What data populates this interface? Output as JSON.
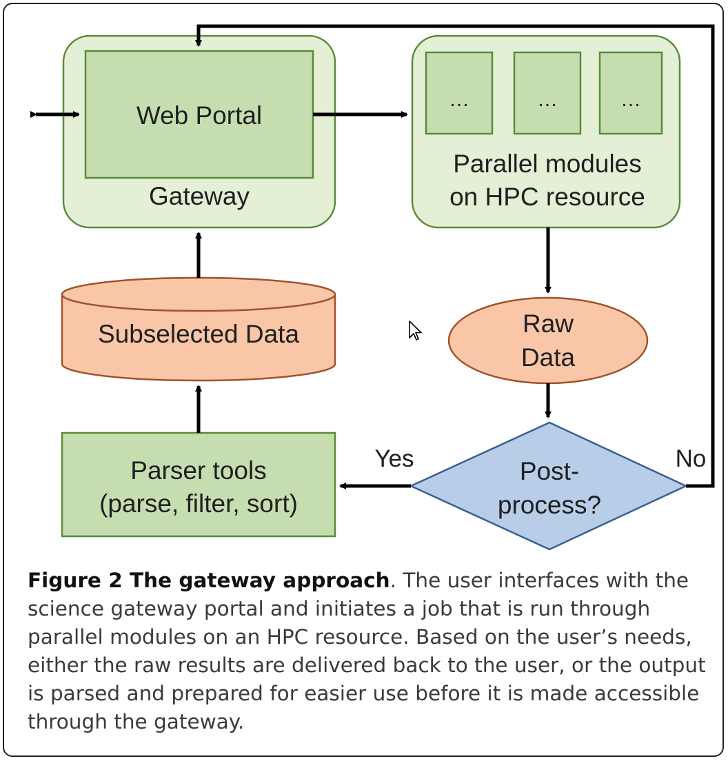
{
  "colors": {
    "green_outer": "#e4f0d6",
    "green_inner": "#c6ddb0",
    "green_stroke": "#5a8a3c",
    "orange_fill": "#f9c7a8",
    "orange_stroke": "#a0522d",
    "blue_fill": "#b8cde8",
    "blue_stroke": "#3a5f8f",
    "arrow": "#000000"
  },
  "diagram": {
    "gateway": {
      "inner_label": "Web Portal",
      "outer_label": "Gateway"
    },
    "hpc": {
      "module_labels": [
        "…",
        "…",
        "…"
      ],
      "label_line1": "Parallel modules",
      "label_line2": "on HPC resource"
    },
    "raw_data": {
      "line1": "Raw",
      "line2": "Data"
    },
    "subselected": {
      "label": "Subselected Data"
    },
    "parser": {
      "line1": "Parser tools",
      "line2": "(parse, filter, sort)"
    },
    "decision": {
      "line1": "Post-",
      "line2": "process?",
      "yes_label": "Yes",
      "no_label": "No"
    }
  },
  "caption": {
    "bold": "Figure 2 The gateway approach",
    "lines": [
      ". The user interfaces with the",
      "science gateway portal and initiates a job that is run through",
      "parallel modules on an HPC resource. Based on the user’s needs,",
      "either the raw results are delivered back to the user, or the output",
      "is parsed and prepared for easier use before it is made accessible",
      "through the gateway."
    ]
  },
  "icons": {
    "cursor": "mouse-pointer-icon"
  }
}
